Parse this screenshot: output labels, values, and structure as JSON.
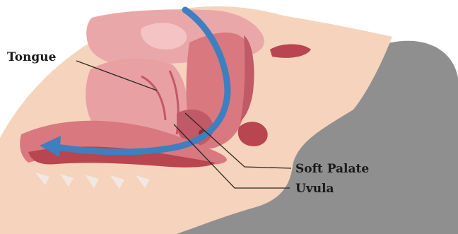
{
  "diagram": {
    "labels": {
      "tongue": "Tongue",
      "soft_palate": "Soft Palate",
      "uvula": "Uvula"
    },
    "colors": {
      "skin": "#f6d3bc",
      "tissue": "#e9a0a3",
      "tissue_dark": "#c05a66",
      "pillow": "#8f8f8f",
      "airflow": "#3e7fc0"
    }
  }
}
